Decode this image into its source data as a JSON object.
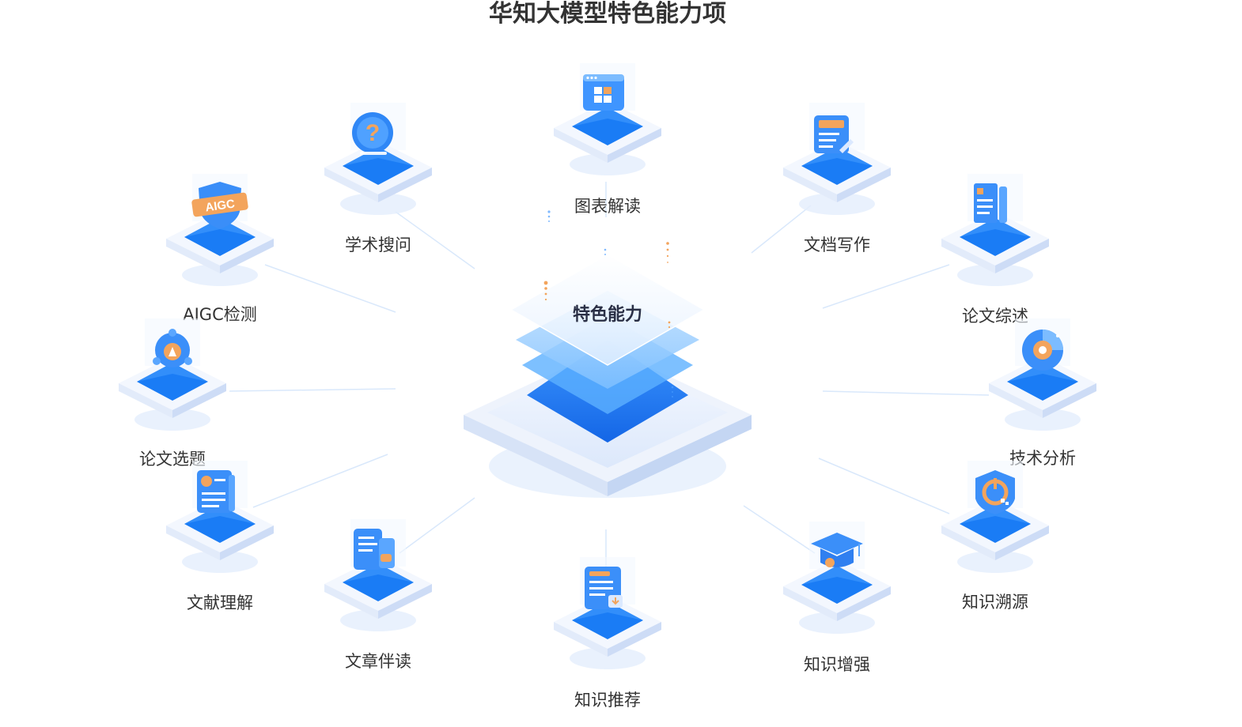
{
  "title": "华知大模型特色能力项",
  "center": {
    "label": "特色能力"
  },
  "colors": {
    "primary": "#1a7cf5",
    "accent": "#f3a45c",
    "tile_light": "#eef4ff",
    "line": "#d9e8fb"
  },
  "nodes": [
    {
      "id": "chart",
      "label": "图表解读",
      "icon": "window-grid-icon"
    },
    {
      "id": "search",
      "label": "学术搜问",
      "icon": "question-bubble-icon"
    },
    {
      "id": "write",
      "label": "文档写作",
      "icon": "document-edit-icon"
    },
    {
      "id": "aigc",
      "label": "AIGC检测",
      "icon": "aigc-badge-icon",
      "badge": "AIGC"
    },
    {
      "id": "review",
      "label": "论文综述",
      "icon": "books-icon"
    },
    {
      "id": "topic",
      "label": "论文选题",
      "icon": "network-icon"
    },
    {
      "id": "tech",
      "label": "技术分析",
      "icon": "pie-chart-icon"
    },
    {
      "id": "literature",
      "label": "文献理解",
      "icon": "profile-doc-icon"
    },
    {
      "id": "reading",
      "label": "文章伴读",
      "icon": "chat-doc-icon"
    },
    {
      "id": "recommend",
      "label": "知识推荐",
      "icon": "download-doc-icon"
    },
    {
      "id": "enhance",
      "label": "知识增强",
      "icon": "graduation-cap-icon"
    },
    {
      "id": "trace",
      "label": "知识溯源",
      "icon": "power-target-icon"
    }
  ]
}
